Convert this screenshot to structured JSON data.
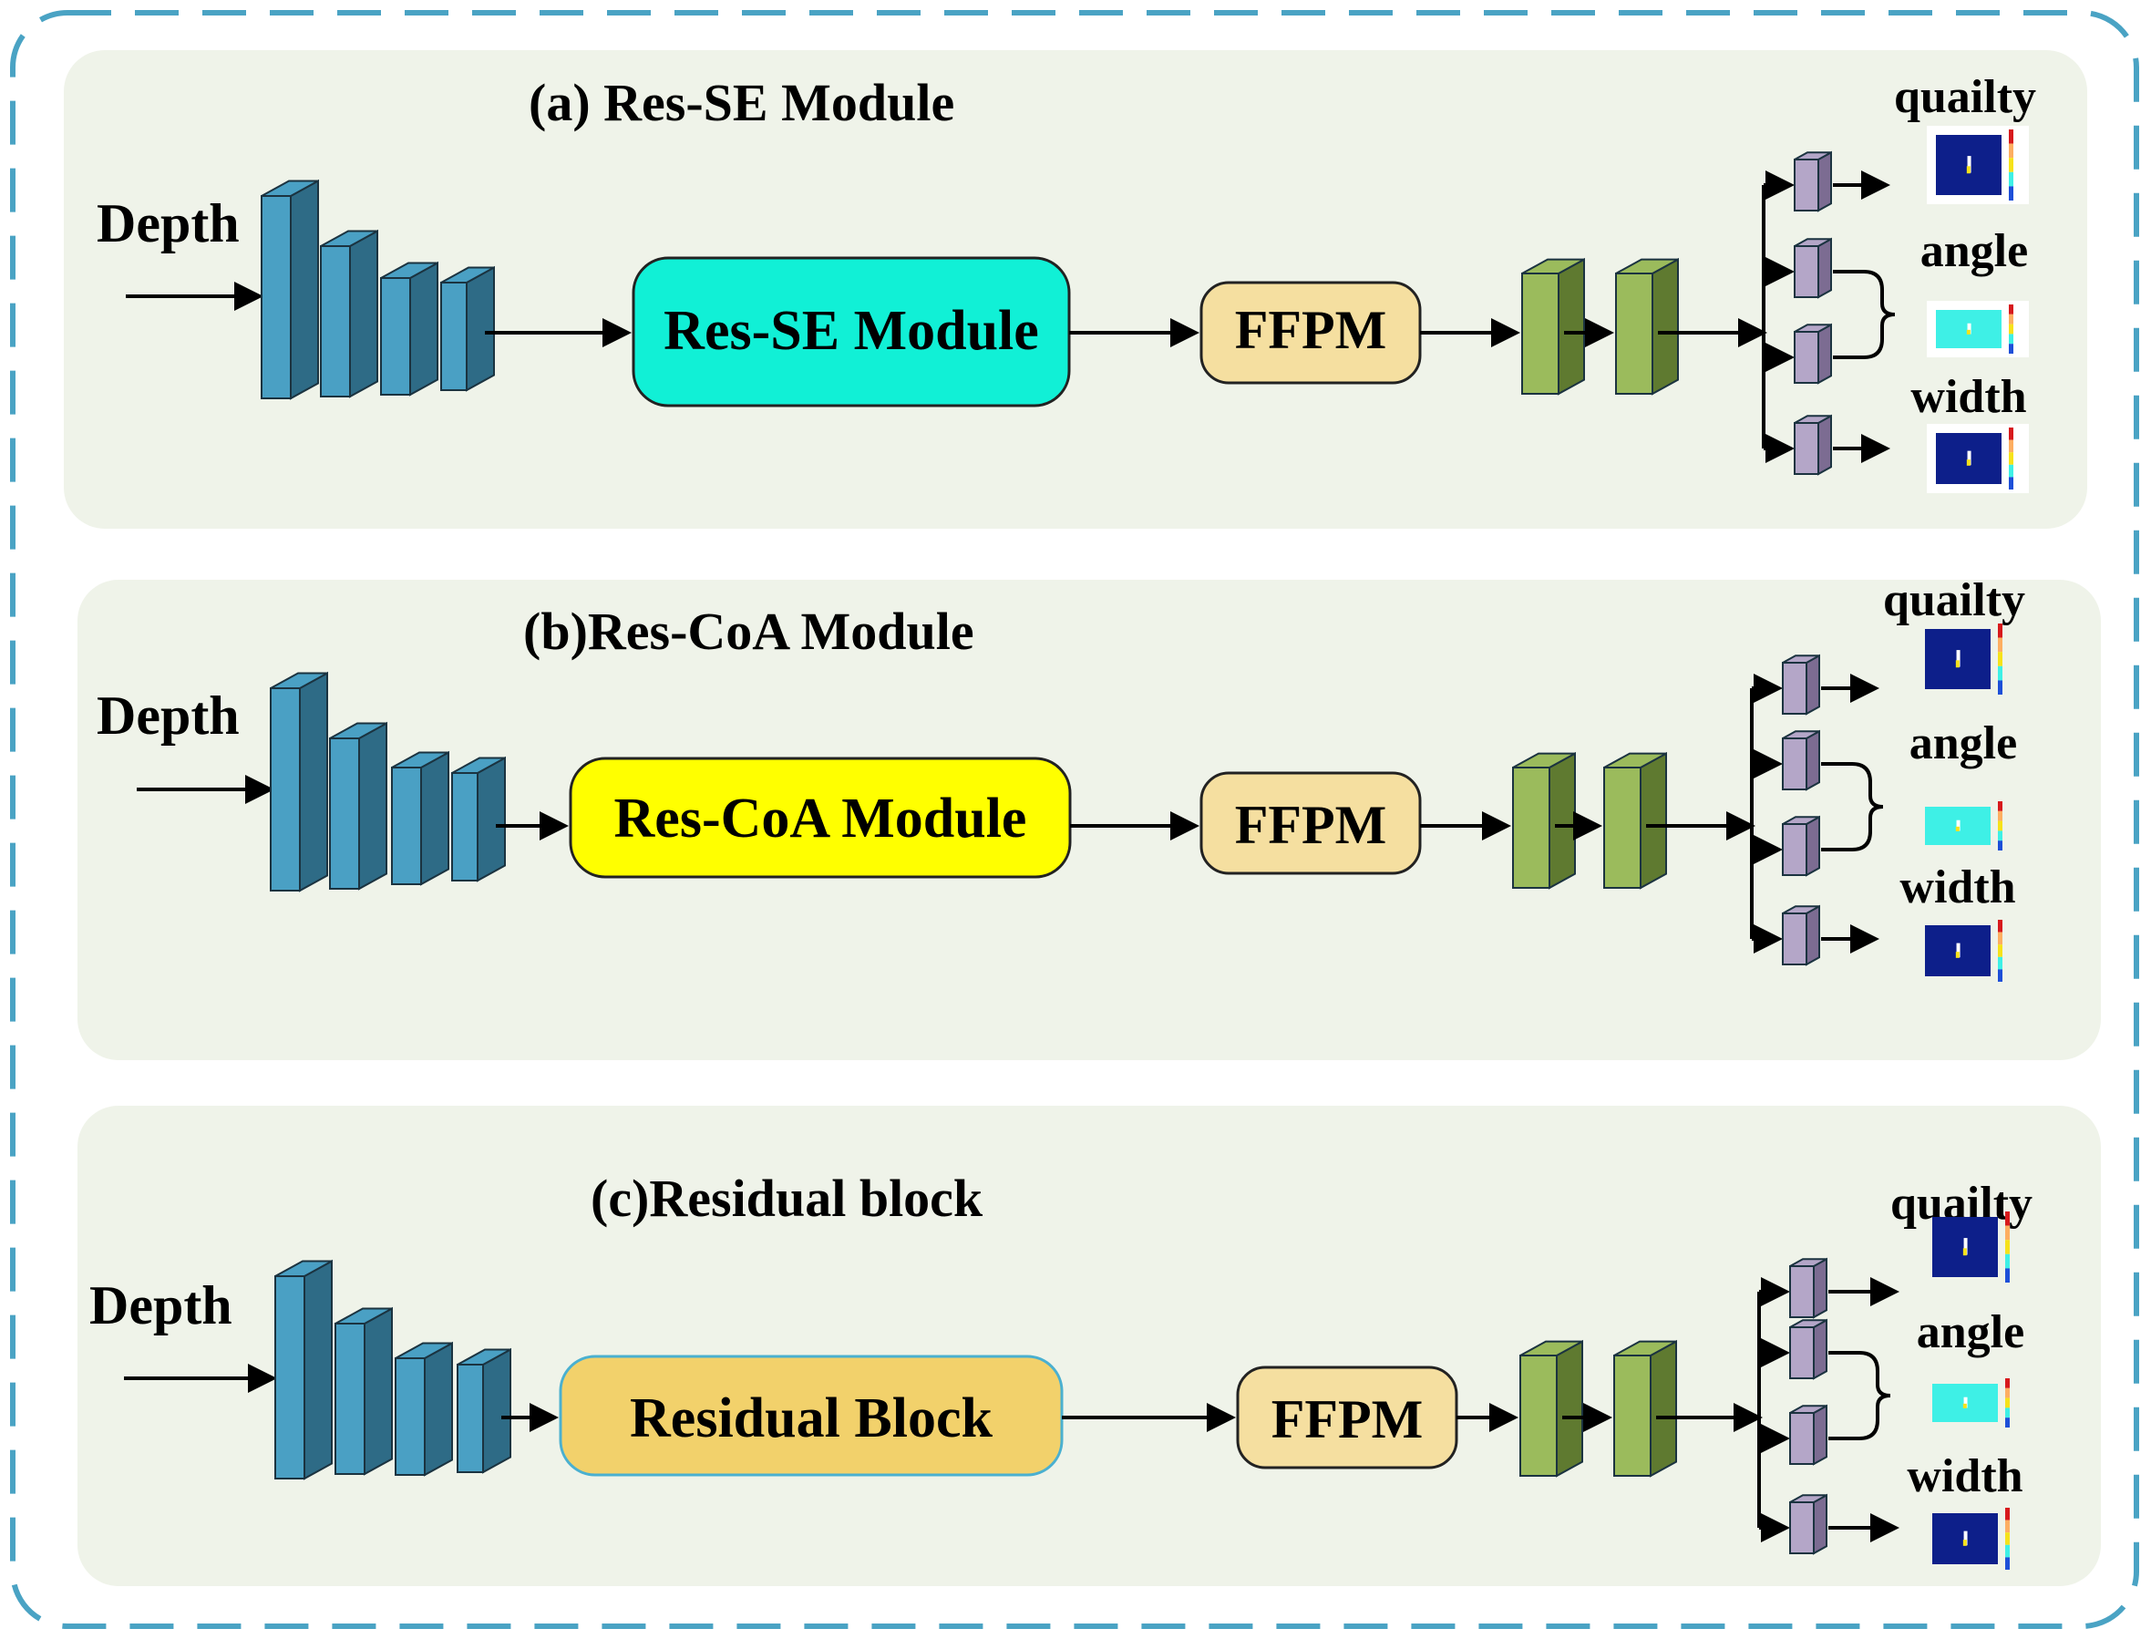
{
  "colors": {
    "frame": "#4aa3c4",
    "panel_bg": "#eff3e9",
    "encoder_front": "#4aa0c4",
    "encoder_side": "#2e6b86",
    "ffpm_fill": "#f5dfa0",
    "green_front": "#9bbb5c",
    "green_side": "#5f7a30",
    "purple_front": "#b4a6c8",
    "purple_side": "#7c6c92",
    "map_dark": "#0d1f8a",
    "map_cyan": "#3ef0e6"
  },
  "panels": [
    {
      "title": "(a) Res-SE Module",
      "input_label": "Depth",
      "module_label": "Res-SE Module",
      "module_color": "#11f0d6",
      "module_border": "#222222",
      "ffpm_label": "FFPM",
      "outputs": [
        "quailty",
        "angle",
        "width"
      ]
    },
    {
      "title": "(b)Res-CoA Module",
      "input_label": "Depth",
      "module_label": "Res-CoA Module",
      "module_color": "#ffff00",
      "module_border": "#222222",
      "ffpm_label": "FFPM",
      "outputs": [
        "quailty",
        "angle",
        "width"
      ]
    },
    {
      "title": "(c)Residual block",
      "input_label": "Depth",
      "module_label": "Residual Block",
      "module_color": "#f2d16b",
      "module_border": "#4ab0d0",
      "ffpm_label": "FFPM",
      "outputs": [
        "quailty",
        "angle",
        "width"
      ]
    }
  ]
}
